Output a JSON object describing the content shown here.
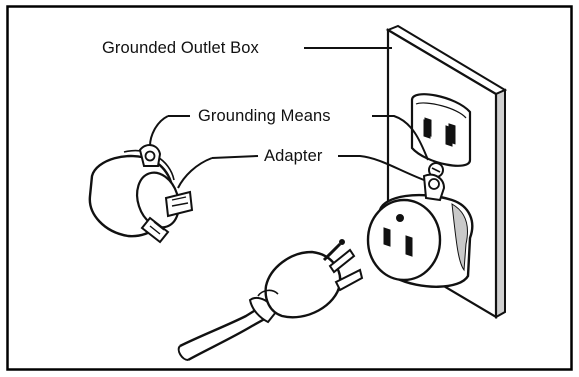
{
  "figure": {
    "labels": {
      "outlet_box": "Grounded Outlet Box",
      "grounding_means": "Grounding Means",
      "adapter": "Adapter"
    },
    "colors": {
      "ink": "#111111",
      "paper": "#ffffff",
      "shade": "#c9c9c9"
    }
  }
}
